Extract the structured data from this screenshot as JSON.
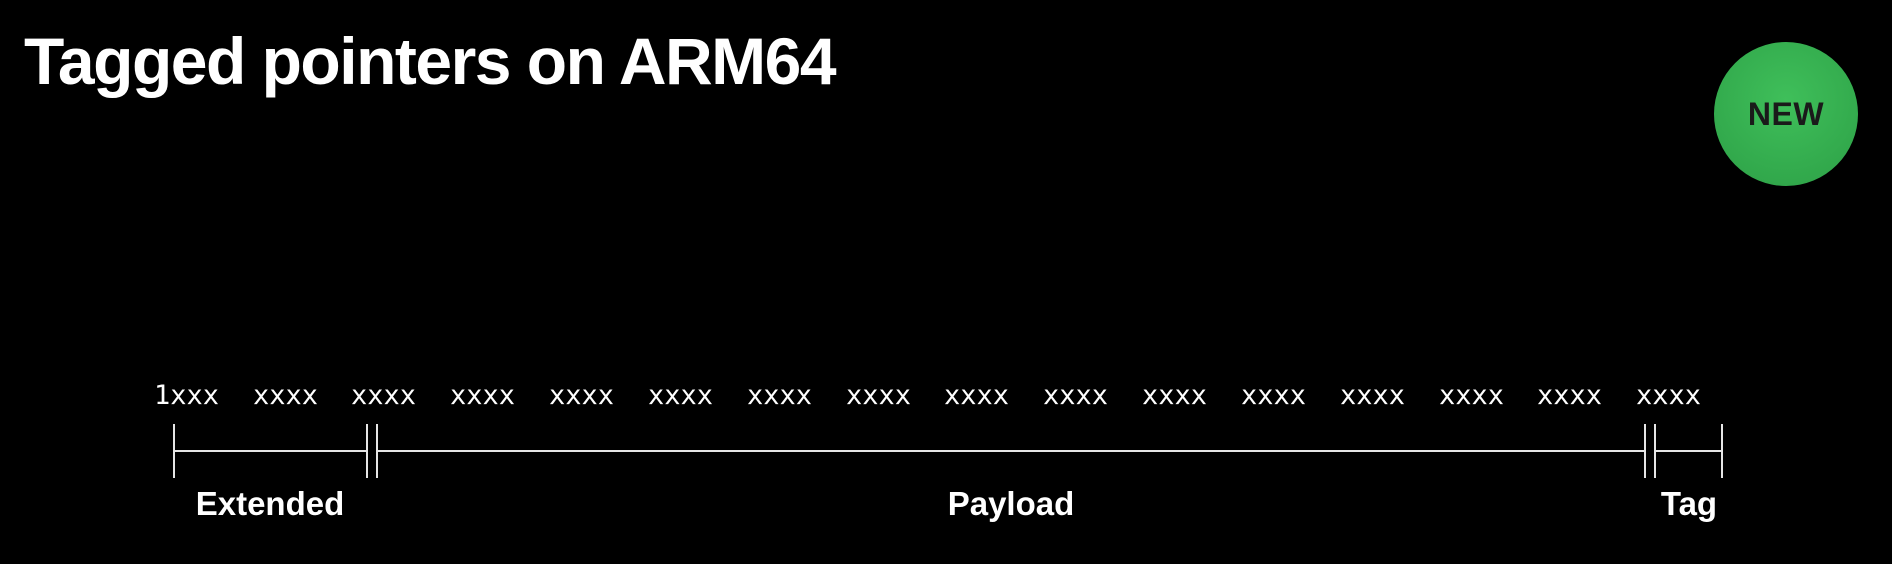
{
  "title": "Tagged pointers on ARM64",
  "badge": {
    "label": "NEW",
    "color": "#34ae4e"
  },
  "bit_groups": [
    "1xxx",
    "xxxx",
    "xxxx",
    "xxxx",
    "xxxx",
    "xxxx",
    "xxxx",
    "xxxx",
    "xxxx",
    "xxxx",
    "xxxx",
    "xxxx",
    "xxxx",
    "xxxx",
    "xxxx",
    "xxxx"
  ],
  "regions": [
    {
      "label": "Extended"
    },
    {
      "label": "Payload"
    },
    {
      "label": "Tag"
    }
  ]
}
